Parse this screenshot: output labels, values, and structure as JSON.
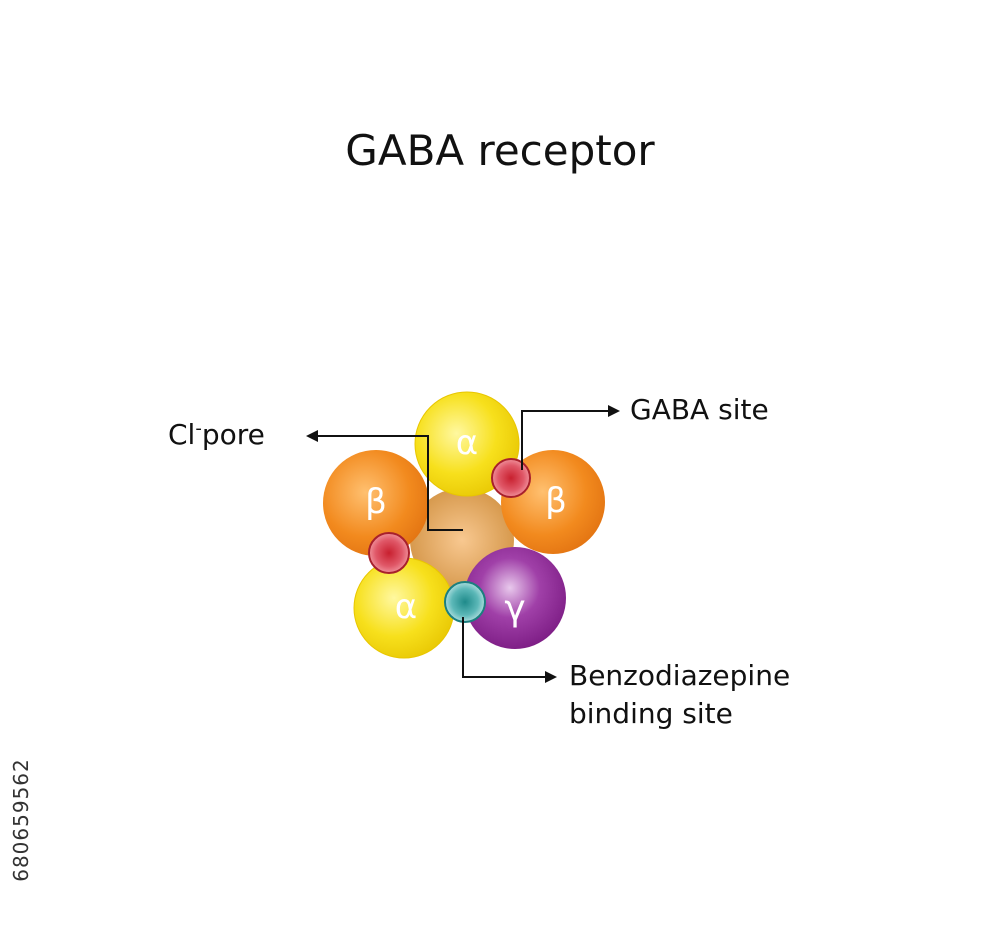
{
  "title": "GABA receptor",
  "labels": {
    "pore_prefix": "Cl",
    "pore_charge": "-",
    "pore_suffix": "pore",
    "gaba_site": "GABA site",
    "benzo_line1": "Benzodiazepine",
    "benzo_line2": "binding site"
  },
  "subunits": [
    {
      "name": "alpha-top",
      "symbol": "α",
      "color": "#f7e01c"
    },
    {
      "name": "beta-left",
      "symbol": "β",
      "color": "#f28a1e"
    },
    {
      "name": "beta-right",
      "symbol": "β",
      "color": "#f28a1e"
    },
    {
      "name": "alpha-bottom",
      "symbol": "α",
      "color": "#f7e01c"
    },
    {
      "name": "gamma",
      "symbol": "γ",
      "color": "#8a2190"
    }
  ],
  "site_colors": {
    "gaba": "#d0303f",
    "benzodiazepine": "#1f9c9c",
    "pore": "#e4a65a"
  },
  "stock_id": "680659562"
}
